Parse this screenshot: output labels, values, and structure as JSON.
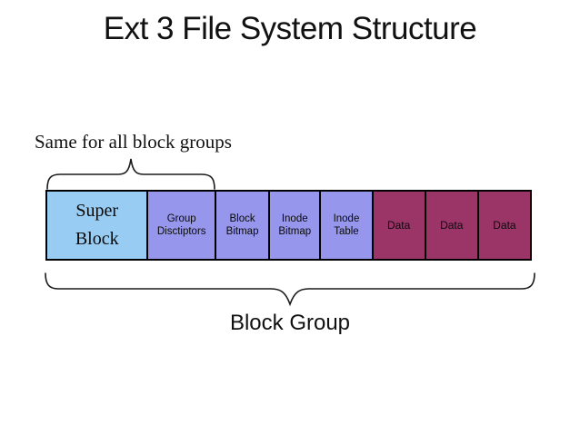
{
  "title": "Ext 3 File System Structure",
  "top_annotation": {
    "label": "Same for all block groups"
  },
  "bottom_annotation": {
    "label": "Block Group"
  },
  "blocks": [
    {
      "label": "Super\nBlock",
      "color": "#99CCF2"
    },
    {
      "label": "Group\nDisctiptors",
      "color": "#9696EC"
    },
    {
      "label": "Block\nBitmap",
      "color": "#9696EC"
    },
    {
      "label": "Inode\nBitmap",
      "color": "#9696EC"
    },
    {
      "label": "Inode\nTable",
      "color": "#9696EC"
    },
    {
      "label": "Data",
      "color": "#9B3467"
    },
    {
      "label": "Data",
      "color": "#9B3467"
    },
    {
      "label": "Data",
      "color": "#9B3467"
    }
  ],
  "colors": {
    "super_block": "#99CCF2",
    "metadata_blocks": "#9696EC",
    "data_blocks": "#9B3467",
    "border": "#000000",
    "text": "#000000",
    "background": "#FFFFFF"
  }
}
